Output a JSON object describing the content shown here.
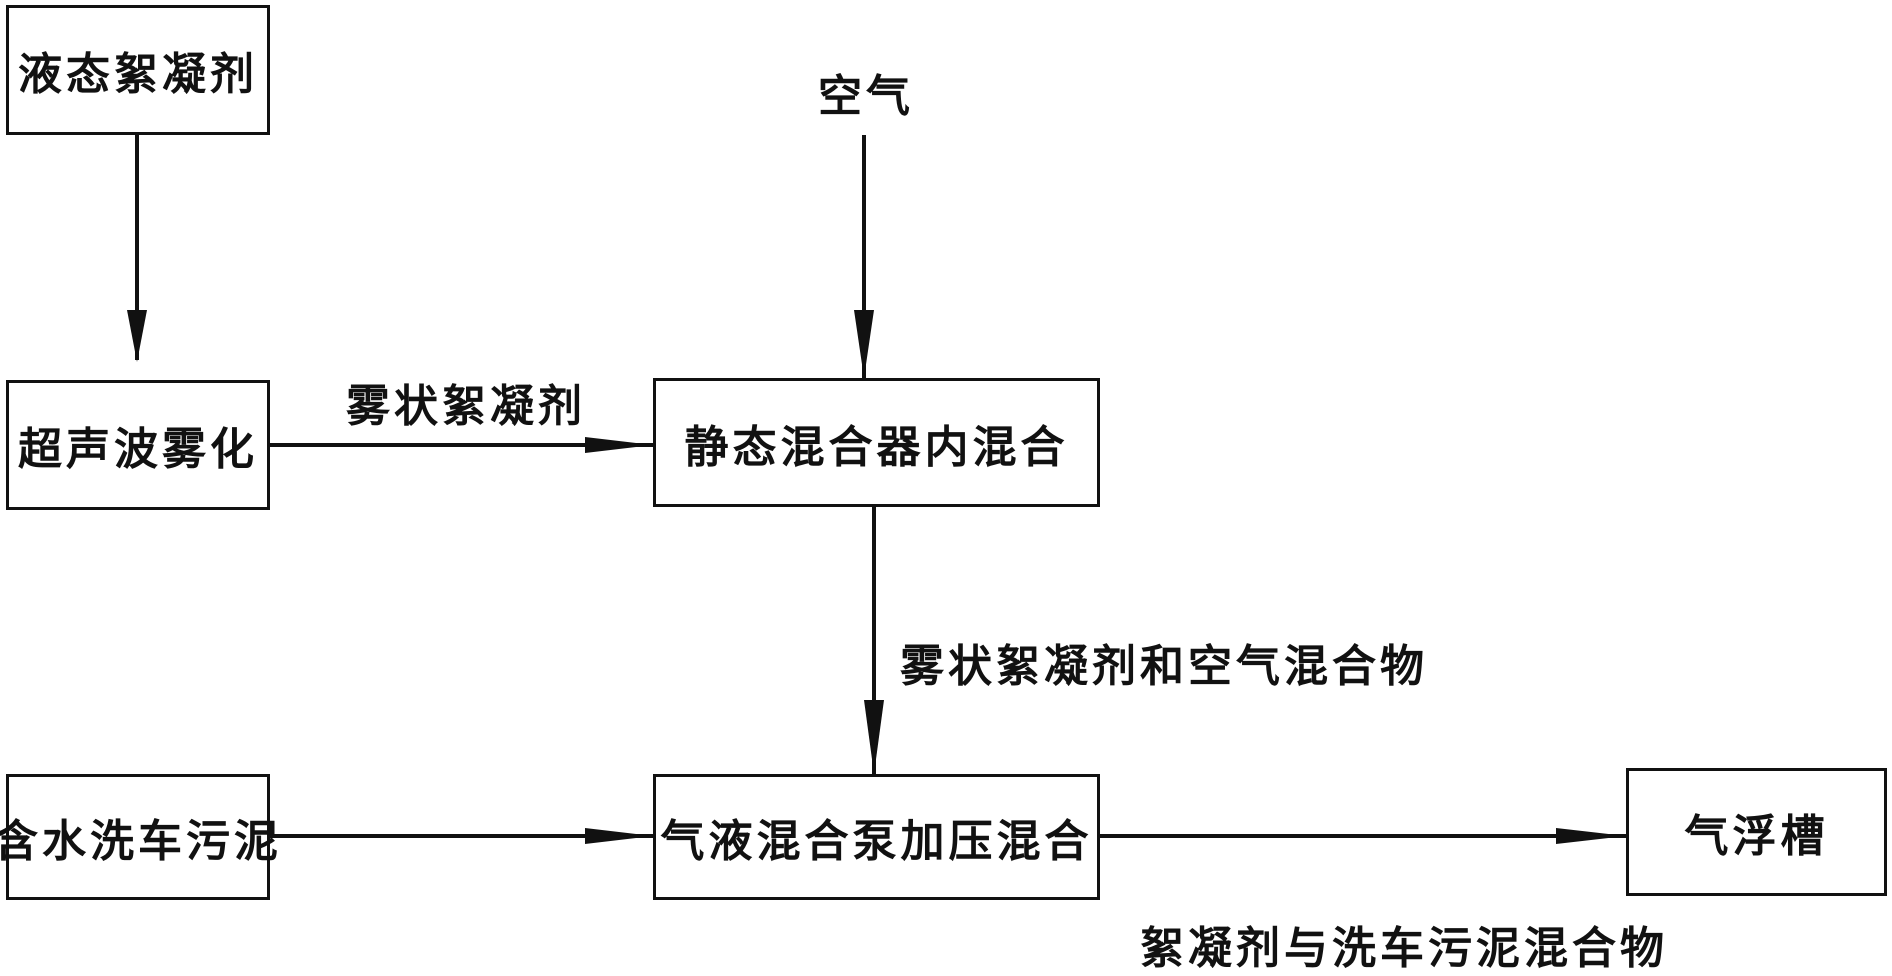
{
  "nodes": {
    "liquid_flocculant": "液态絮凝剂",
    "ultrasonic_atomization": "超声波雾化",
    "static_mixer": "静态混合器内混合",
    "wet_sludge": "含水洗车污泥",
    "pump_mixing": "气液混合泵加压混合",
    "flotation_tank": "气浮槽"
  },
  "labels": {
    "air": "空气",
    "atomized_flocculant": "雾状絮凝剂",
    "atomized_air_mixture": "雾状絮凝剂和空气混合物",
    "flocculant_sludge_mixture": "絮凝剂与洗车污泥混合物"
  },
  "colors": {
    "line": "#111111",
    "background": "#ffffff"
  }
}
